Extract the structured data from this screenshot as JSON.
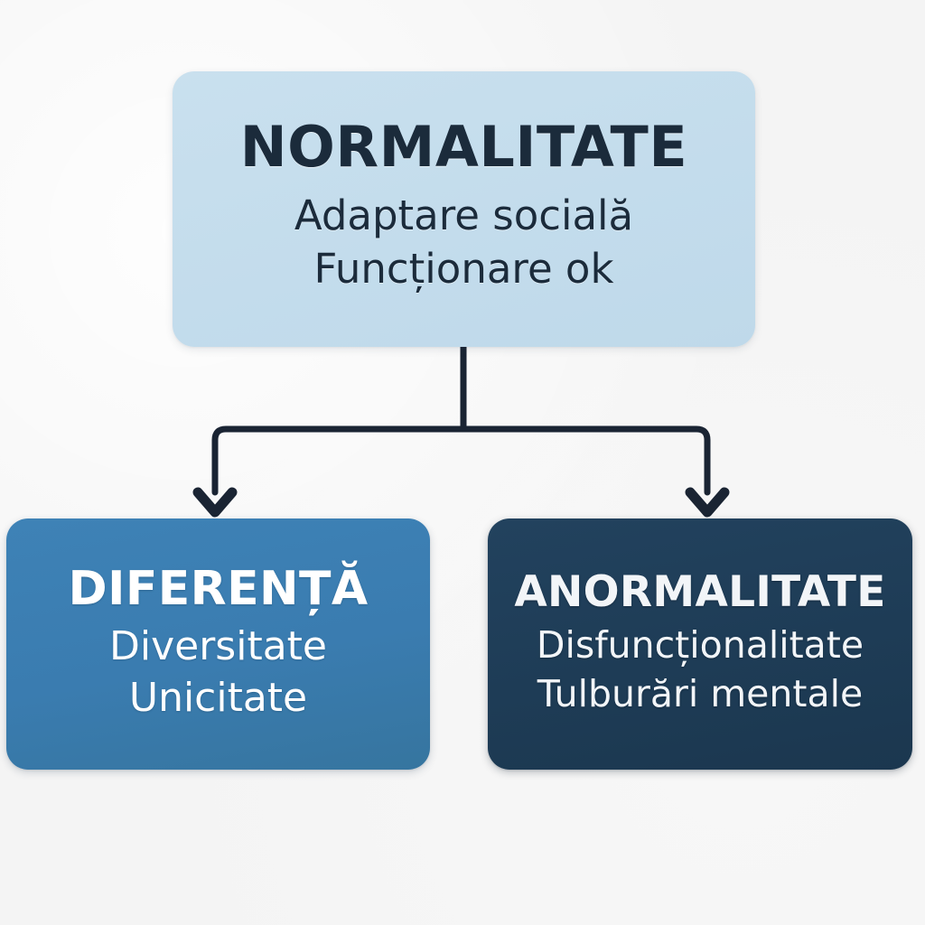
{
  "diagram": {
    "background_color": "#f4f4f4",
    "connector_color": "#1a2433",
    "nodes": {
      "normalitate": {
        "title": "NORMALITATE",
        "lines": [
          "Adaptare socială",
          "Funcționare ok"
        ],
        "fill_color": "#c6dfed",
        "text_color": "#1b2b3b"
      },
      "diferenta": {
        "title": "DIFERENȚĂ",
        "lines": [
          "Diversitate",
          "Unicitate"
        ],
        "fill_color": "#3a7cb0",
        "text_color": "#ffffff"
      },
      "anormalitate": {
        "title": "ANORMALITATE",
        "lines": [
          "Disfuncționalitate",
          "Tulburări mentale"
        ],
        "fill_color": "#1e3c56",
        "text_color": "#f2f5f8"
      }
    },
    "connectors": [
      {
        "name": "trunk",
        "from": "normalitate",
        "to": "split-junction"
      },
      {
        "name": "branch-left",
        "from": "split-junction",
        "to": "diferenta",
        "arrow": true
      },
      {
        "name": "branch-right",
        "from": "split-junction",
        "to": "anormalitate",
        "arrow": true
      }
    ]
  }
}
